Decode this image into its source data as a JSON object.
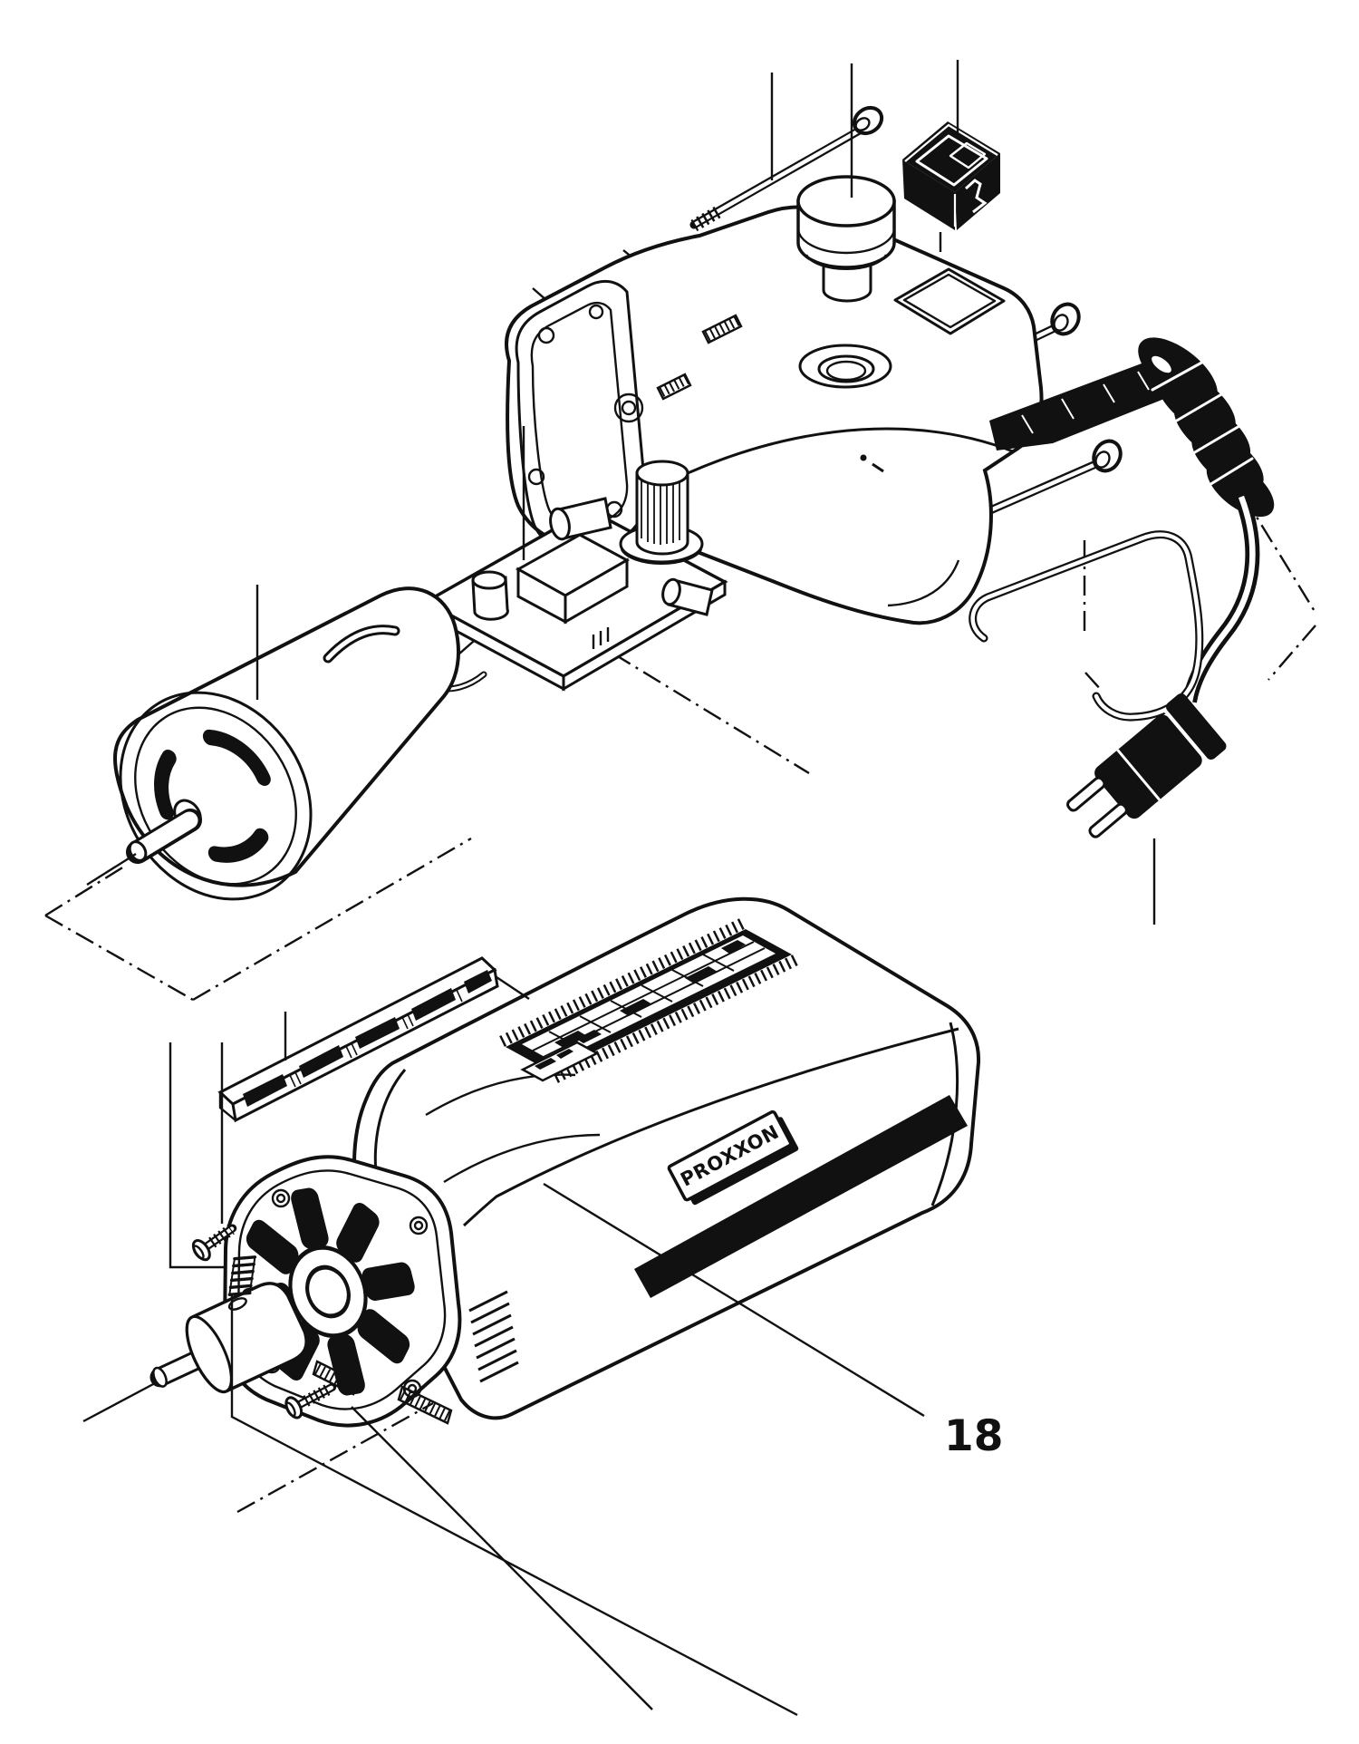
{
  "diagram": {
    "type": "exploded-parts-view",
    "style": "black line art on white",
    "line_color": "#111111",
    "background": "#ffffff",
    "callout": {
      "number": "18"
    },
    "brand": {
      "logo_text": "PROXXON"
    },
    "parts_depicted": [
      "long-machine-screw",
      "speed-control-knob",
      "rocker-switch",
      "gear-head-housing",
      "side-machine-screws",
      "circuit-board-with-potentiometer",
      "dc-motor",
      "cord-strain-relief-boot",
      "power-cable",
      "power-plug",
      "cable-clamp-wire",
      "vent-grille-strip",
      "motor-housing-shell",
      "rating-label",
      "front-bearing-cover",
      "fan-impeller",
      "spindle-collet",
      "self-tapping-screws",
      "compression-spring"
    ]
  }
}
